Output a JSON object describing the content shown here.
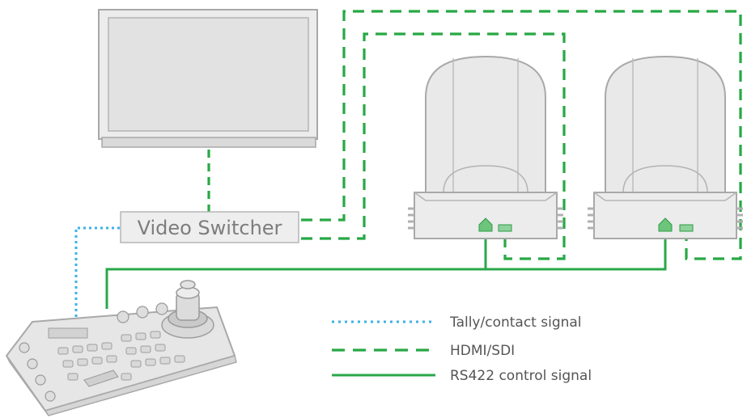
{
  "colors": {
    "hdmi_line": "#27a845",
    "rs422_line": "#2aa84a",
    "tally_line": "#3bb2e6",
    "device_fill": "#e8e8e8",
    "device_stroke": "#a9a9a9"
  },
  "switcher": {
    "label": "Video Switcher"
  },
  "legend": {
    "items": [
      {
        "style": "dotted",
        "label": "Tally/contact signal"
      },
      {
        "style": "dashed",
        "label": "HDMI/SDI"
      },
      {
        "style": "solid",
        "label": "RS422 control signal"
      }
    ]
  },
  "icons": {
    "monitor": "monitor-icon",
    "camera": "ptz-camera-icon",
    "controller": "joystick-controller-icon"
  }
}
